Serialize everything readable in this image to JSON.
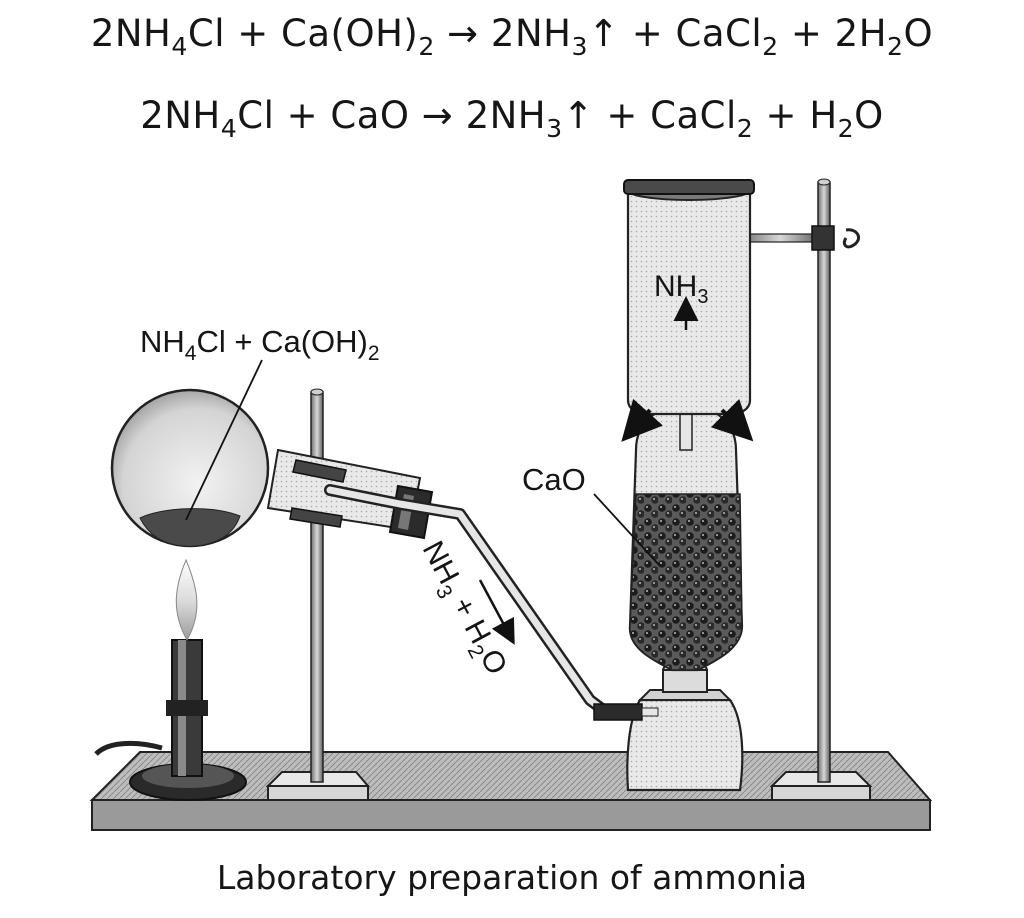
{
  "equations": [
    {
      "reactants": [
        "2NH",
        "4",
        "Cl + Ca(OH)",
        "2",
        " → "
      ],
      "products": [
        "2NH",
        "3",
        "↑ + CaCl",
        "2",
        " + 2H",
        "2",
        "O"
      ]
    },
    {
      "reactants": [
        "2NH",
        "4",
        "Cl + CaO → "
      ],
      "products": [
        "2NH",
        "3",
        "↑ + CaCl",
        "2",
        " + H",
        "2",
        "O"
      ]
    }
  ],
  "labels": {
    "flask_main": "NH",
    "flask_sub1": "4",
    "flask_mid": "Cl + Ca(OH)",
    "flask_sub2": "2",
    "tube_main1": "NH",
    "tube_sub1": "3",
    "tube_mid": " + H",
    "tube_sub2": "2",
    "tube_end": "O",
    "cao": "CaO",
    "jar_main": "NH",
    "jar_sub": "3"
  },
  "caption": "Laboratory preparation of ammonia"
}
